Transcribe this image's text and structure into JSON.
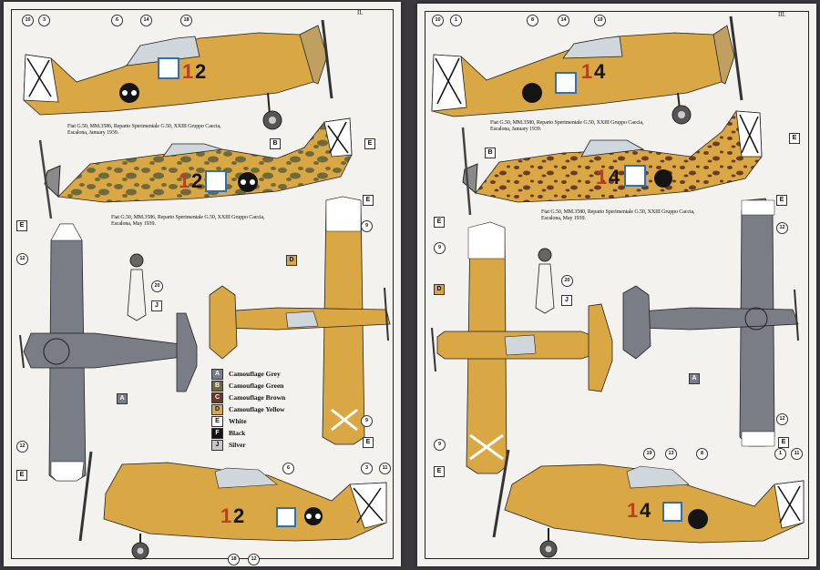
{
  "colors": {
    "grey": "#7a7c86",
    "green": "#6f6a3d",
    "brown": "#6b3a2a",
    "yellow": "#d9a743",
    "white": "#ffffff",
    "black": "#141414",
    "silver": "#c8c8cc",
    "code_red": "#c0392b",
    "roundel_blue": "#2f6fb7"
  },
  "left_sheet": {
    "page_number": "II.",
    "captions": {
      "c1_line1": "Fiat G.50, MM.3586, Reparto Sperimentale G.50, XXIII Gruppo Caccia,",
      "c1_line2": "Escalona, January 1939.",
      "c2_line1": "Fiat G.50, MM.3586, Reparto Sperimentale G.50, XXIII Gruppo Caccia,",
      "c2_line2": "Escalona, May 1939."
    },
    "callouts": [
      "10",
      "3",
      "6",
      "14",
      "18",
      "12",
      "20",
      "9",
      "6",
      "3",
      "11",
      "18",
      "12",
      "12",
      "9"
    ],
    "letters": [
      "B",
      "E",
      "E",
      "E",
      "D",
      "J",
      "A",
      "E",
      "E"
    ],
    "code_a": "1",
    "code_b": "2",
    "legend_title": "",
    "legend": [
      {
        "code": "A",
        "label": "Camouflage Grey"
      },
      {
        "code": "B",
        "label": "Camouflage Green"
      },
      {
        "code": "C",
        "label": "Camouflage Brown"
      },
      {
        "code": "D",
        "label": "Camouflage Yellow"
      },
      {
        "code": "E",
        "label": "White"
      },
      {
        "code": "F",
        "label": "Black"
      },
      {
        "code": "J",
        "label": "Silver"
      }
    ]
  },
  "right_sheet": {
    "page_number": "III.",
    "captions": {
      "c1_line1": "Fiat G.50, MM.3580, Reparto Sperimentale G.50, XXIII Gruppo Caccia,",
      "c1_line2": "Escalona, January 1939.",
      "c2_line1": "Fiat G.50, MM.3580, Reparto Sperimentale G.50, XXIII Gruppo Caccia,",
      "c2_line2": "Escalona, May 1939."
    },
    "callouts": [
      "10",
      "1",
      "8",
      "14",
      "19",
      "20",
      "9",
      "12",
      "12",
      "9",
      "19",
      "13",
      "8",
      "1",
      "11"
    ],
    "letters": [
      "B",
      "E",
      "E",
      "E",
      "D",
      "J",
      "A",
      "E",
      "E"
    ],
    "code_a": "1",
    "code_b": "4"
  }
}
